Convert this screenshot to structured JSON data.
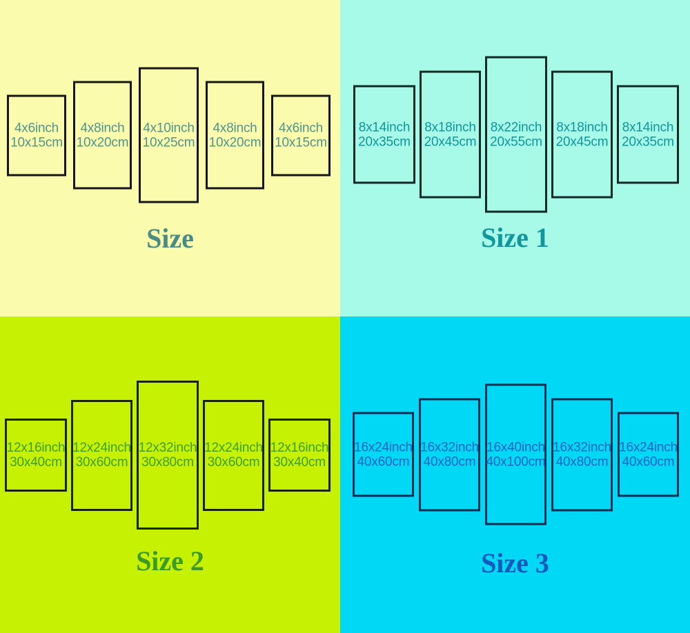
{
  "quadrants": [
    {
      "title": "Size",
      "colors": {
        "background": "#FBFBAD",
        "border": "#161616",
        "text": "#4F948E",
        "title": "#4A8B85"
      },
      "panels": [
        {
          "inch": "4x6inch",
          "cm": "10x15cm"
        },
        {
          "inch": "4x8inch",
          "cm": "10x20cm"
        },
        {
          "inch": "4x10inch",
          "cm": "10x25cm"
        },
        {
          "inch": "4x8inch",
          "cm": "10x20cm"
        },
        {
          "inch": "4x6inch",
          "cm": "10x15cm"
        }
      ]
    },
    {
      "title": "Size 1",
      "colors": {
        "background": "#A7FAE8",
        "border": "#0D2A27",
        "text": "#10969A",
        "title": "#12969B"
      },
      "panels": [
        {
          "inch": "8x14inch",
          "cm": "20x35cm"
        },
        {
          "inch": "8x18inch",
          "cm": "20x45cm"
        },
        {
          "inch": "8x22inch",
          "cm": "20x55cm"
        },
        {
          "inch": "8x18inch",
          "cm": "20x45cm"
        },
        {
          "inch": "8x14inch",
          "cm": "20x35cm"
        }
      ]
    },
    {
      "title": "Size 2",
      "colors": {
        "background": "#C6F103",
        "border": "#182405",
        "text": "#3DA02E",
        "title": "#3A9C26"
      },
      "panels": [
        {
          "inch": "12x16inch",
          "cm": "30x40cm"
        },
        {
          "inch": "12x24inch",
          "cm": "30x60cm"
        },
        {
          "inch": "12x32inch",
          "cm": "30x80cm"
        },
        {
          "inch": "12x24inch",
          "cm": "30x60cm"
        },
        {
          "inch": "12x16inch",
          "cm": "30x40cm"
        }
      ]
    },
    {
      "title": "Size 3",
      "colors": {
        "background": "#00D8F5",
        "border": "#0B2C4E",
        "text": "#1F63C4",
        "title": "#1659BC"
      },
      "panels": [
        {
          "inch": "16x24inch",
          "cm": "40x60cm"
        },
        {
          "inch": "16x32inch",
          "cm": "40x80cm"
        },
        {
          "inch": "16x40inch",
          "cm": "40x100cm"
        },
        {
          "inch": "16x32inch",
          "cm": "40x80cm"
        },
        {
          "inch": "16x24inch",
          "cm": "40x60cm"
        }
      ]
    }
  ]
}
